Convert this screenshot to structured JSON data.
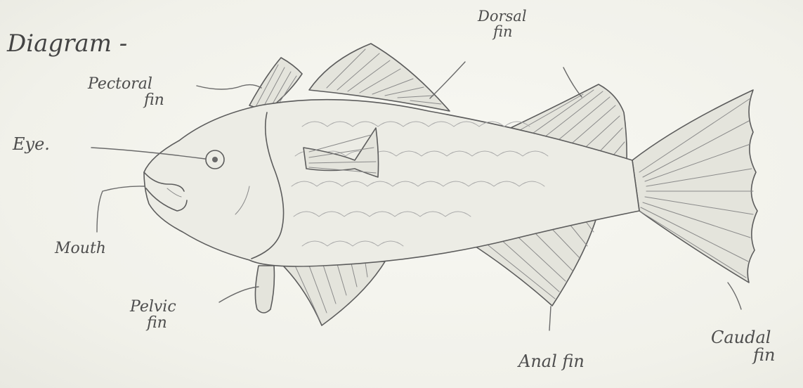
{
  "heading": "Diagram -",
  "labels": {
    "dorsal": [
      "Dorsal",
      "fin"
    ],
    "pectoral": [
      "Pectoral",
      "fin"
    ],
    "eye": "Eye.",
    "mouth": "Mouth",
    "pelvic": [
      "Pelvic",
      "fin"
    ],
    "anal": "Anal fin",
    "caudal": [
      "Caudal",
      "fin"
    ]
  }
}
